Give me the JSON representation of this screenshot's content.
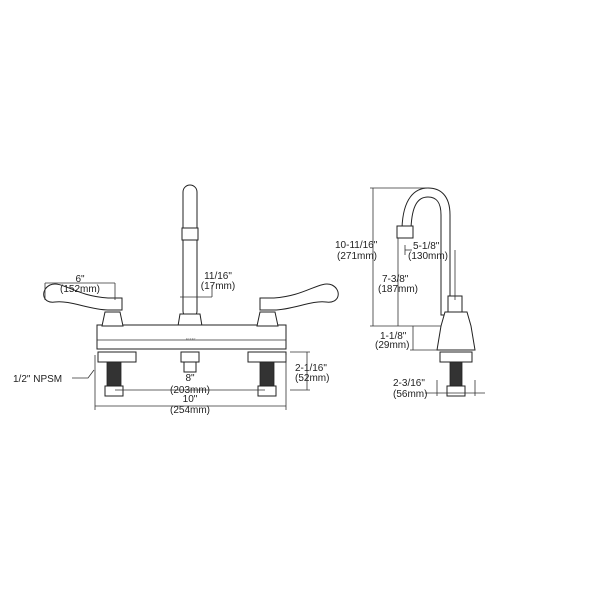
{
  "front_view": {
    "handle_length": {
      "in": "6\"",
      "mm": "(152mm)"
    },
    "spout_diameter": {
      "in": "11/16\"",
      "mm": "(17mm)"
    },
    "shank_height": {
      "in": "2-1/16\"",
      "mm": "(52mm)"
    },
    "centers": {
      "in": "8\"",
      "mm": "(203mm)"
    },
    "overall_width": {
      "in": "10\"",
      "mm": "(254mm)"
    },
    "thread": "1/2\" NPSM",
    "logo": "ELKAY"
  },
  "side_view": {
    "overall_height": {
      "in": "10-11/16\"",
      "mm": "(271mm)"
    },
    "spout_reach": {
      "in": "5-1/8\"",
      "mm": "(130mm)"
    },
    "spout_clearance": {
      "in": "7-3/8\"",
      "mm": "(187mm)"
    },
    "base_height": {
      "in": "1-1/8\"",
      "mm": "(29mm)"
    },
    "base_depth": {
      "in": "2-3/16\"",
      "mm": "(56mm)"
    }
  }
}
